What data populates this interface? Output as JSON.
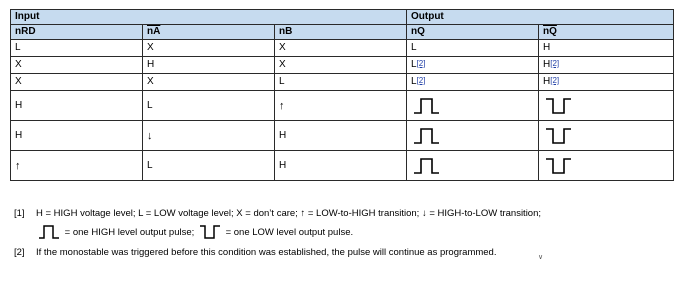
{
  "table": {
    "group_input": "Input",
    "group_output": "Output",
    "columns": [
      "nRD",
      "nA",
      "nB",
      "nQ",
      "nQ"
    ],
    "rows": [
      [
        "L",
        "X",
        "X",
        "L",
        "H"
      ],
      [
        "X",
        "H",
        "X",
        "L",
        "H"
      ],
      [
        "X",
        "X",
        "L",
        "L",
        "H"
      ],
      [
        "H",
        "L",
        "↑",
        "",
        ""
      ],
      [
        "H",
        "↓",
        "H",
        "",
        ""
      ],
      [
        "↑",
        "L",
        "H",
        "",
        ""
      ]
    ],
    "ref_2": "[2]"
  },
  "notes": {
    "n1_num": "[1]",
    "n1_text": "H = HIGH voltage level; L = LOW voltage level; X =  don’t care; ↑ = LOW-to-HIGH transition; ↓ = HIGH-to-LOW transition;",
    "n1b_high": "= one HIGH level output pulse;",
    "n1b_low": "= one LOW level output pulse.",
    "n2_num": "[2]",
    "n2_text": "If the monostable was triggered before this condition was established, the pulse will continue as programmed."
  },
  "icons": {
    "high_pulse": "positive-pulse-icon",
    "low_pulse": "negative-pulse-icon",
    "truncation": "chevron-down-icon"
  }
}
